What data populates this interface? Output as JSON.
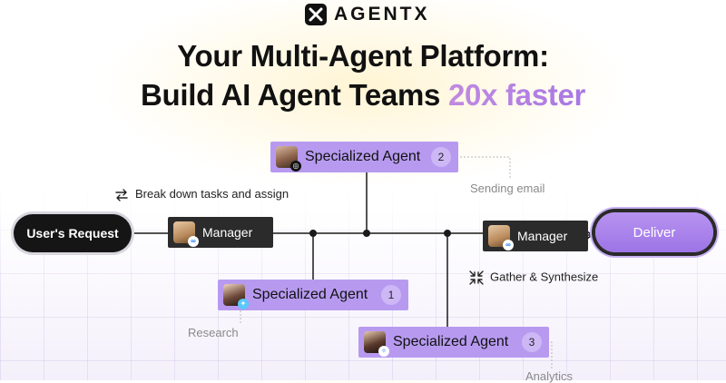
{
  "brand": {
    "name": "AGENTX",
    "logo_glyph": "X"
  },
  "headline": {
    "line1": "Your Multi-Agent Platform:",
    "line2_prefix": "Build AI Agent Teams ",
    "line2_accent": "20x faster"
  },
  "flow": {
    "request": "User's Request",
    "deliver": "Deliver",
    "manager_label": "Manager",
    "agents": [
      {
        "label": "Specialized Agent",
        "number": "2",
        "task": "Sending email"
      },
      {
        "label": "Specialized Agent",
        "number": "1",
        "task": "Research"
      },
      {
        "label": "Specialized Agent",
        "number": "3",
        "task": "Analytics"
      }
    ],
    "annotations": {
      "breakdown": "Break down tasks and assign",
      "gather": "Gather & Synthesize"
    }
  },
  "colors": {
    "accent": "#a878e4",
    "agent_fill": "#b79af0",
    "manager_fill": "#2b2b2b",
    "deliver_fill": "#9d74e6"
  },
  "icons": [
    "swap-arrows-icon",
    "collapse-arrows-icon",
    "meta-badge-icon",
    "openai-badge-icon"
  ]
}
